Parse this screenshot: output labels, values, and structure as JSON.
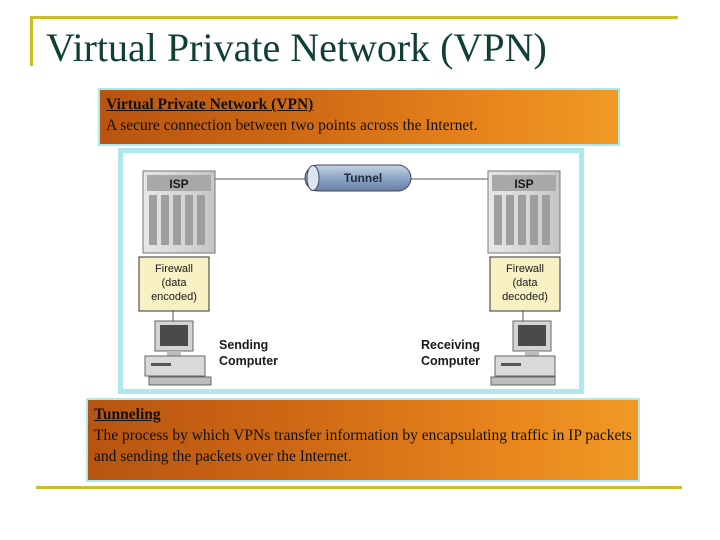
{
  "slide": {
    "title": "Virtual Private Network (VPN)"
  },
  "callout_top": {
    "heading": "Virtual Private Network (VPN)",
    "text": "A secure connection between two points across the Internet."
  },
  "callout_bottom": {
    "heading": "Tunneling",
    "text": "The process by which VPNs transfer information by encapsulating traffic in IP packets and sending the packets over the Internet."
  },
  "diagram": {
    "tunnel_label": "Tunnel",
    "left": {
      "isp_label": "ISP",
      "firewall_lines": [
        "Firewall",
        "(data",
        "encoded)"
      ],
      "computer_lines": [
        "Sending",
        "Computer"
      ]
    },
    "right": {
      "isp_label": "ISP",
      "firewall_lines": [
        "Firewall",
        "(data",
        "decoded)"
      ],
      "computer_lines": [
        "Receiving",
        "Computer"
      ]
    },
    "colors": {
      "firewall_fill": "#f7f1c3",
      "tunnel_fill": "#8ea6c6",
      "server_fill": "#d8d8d8",
      "panel_border": "#aee8ef",
      "callout_gradient_start": "#b85410",
      "callout_gradient_end": "#f09a25"
    }
  }
}
